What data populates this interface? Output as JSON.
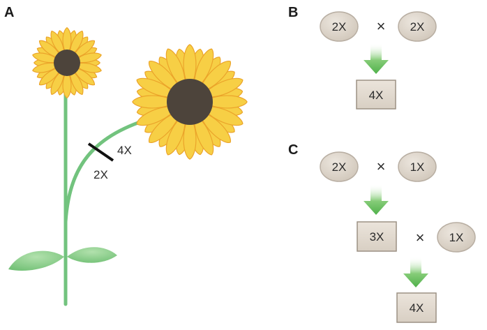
{
  "panels": {
    "a": {
      "letter": "A",
      "stem_labels": {
        "upper": "4X",
        "lower": "2X"
      }
    },
    "b": {
      "letter": "B",
      "parent_left": "2X",
      "cross": "×",
      "parent_right": "2X",
      "offspring": "4X"
    },
    "c": {
      "letter": "C",
      "parent_left": "2X",
      "cross1": "×",
      "parent_right": "1X",
      "intermediate": "3X",
      "cross2": "×",
      "backcross_parent": "1X",
      "offspring": "4X"
    }
  },
  "colors": {
    "petal": "#f7cf45",
    "petal_edge": "#eba42a",
    "disk": "#4d443b",
    "stem": "#72c37e",
    "leaf": "#8fd08f",
    "arrow": "#5cb956",
    "oval_fill": "#d9d0c5",
    "oval_edge": "#b8aea2",
    "box_fill": "#e3dbd1",
    "box_edge": "#9c9184"
  }
}
